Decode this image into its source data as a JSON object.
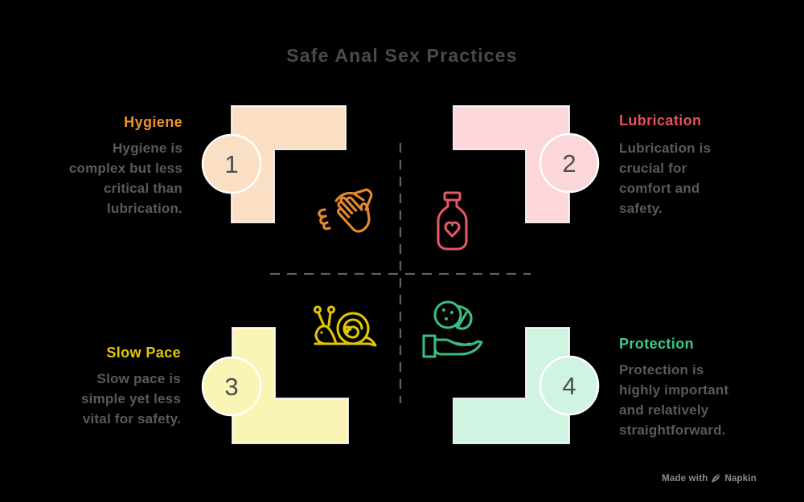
{
  "title": "Safe Anal Sex Practices",
  "title_color": "#4a4a4a",
  "background_color": "#000000",
  "body_text_color": "#585a5e",
  "number_color": "#4a4d52",
  "divider_color": "#606060",
  "circle_border_color": "#ffffff",
  "sections": [
    {
      "number": "1",
      "label": "Hygiene",
      "label_color": "#f0922e",
      "block_color": "#fadfc4",
      "accent": "#e78a2e",
      "icon": "handwashing-icon",
      "description": "Hygiene is\ncomplex but less\ncritical than\nlubrication."
    },
    {
      "number": "2",
      "label": "Lubrication",
      "label_color": "#e8505f",
      "block_color": "#fcd7da",
      "accent": "#e45864",
      "icon": "lubricant-bottle-icon",
      "description": "Lubrication is\ncrucial for\ncomfort and\nsafety."
    },
    {
      "number": "3",
      "label": "Slow Pace",
      "label_color": "#e3ca00",
      "block_color": "#fbf5b5",
      "accent": "#e0c703",
      "icon": "snail-icon",
      "description": "Slow pace is\nsimple yet less\nvital for safety."
    },
    {
      "number": "4",
      "label": "Protection",
      "label_color": "#3ecb8a",
      "block_color": "#d0f4e2",
      "accent": "#3bbd81",
      "icon": "condom-hand-icon",
      "description": "Protection is\nhighly important\nand relatively\nstraightforward."
    }
  ],
  "footer": {
    "made_with": "Made with",
    "brand": "Napkin",
    "icon": "pen-nib-icon"
  }
}
